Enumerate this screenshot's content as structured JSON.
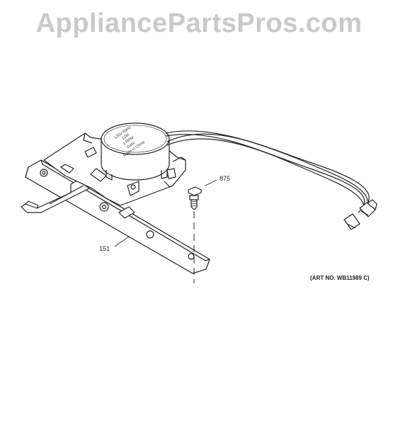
{
  "watermark": "AppliancePartsPros.com",
  "callouts": {
    "part_875": "875",
    "part_151": "151"
  },
  "art_number": "(ART NO. WB11989 C)",
  "motor_label": {
    "line1": "120V 60Hz",
    "line2": "12W",
    "line3": "1 RPM",
    "line4": "Date:",
    "line5": "Made in China"
  },
  "colors": {
    "line": "#222222",
    "watermark": "#c9c9c9"
  }
}
